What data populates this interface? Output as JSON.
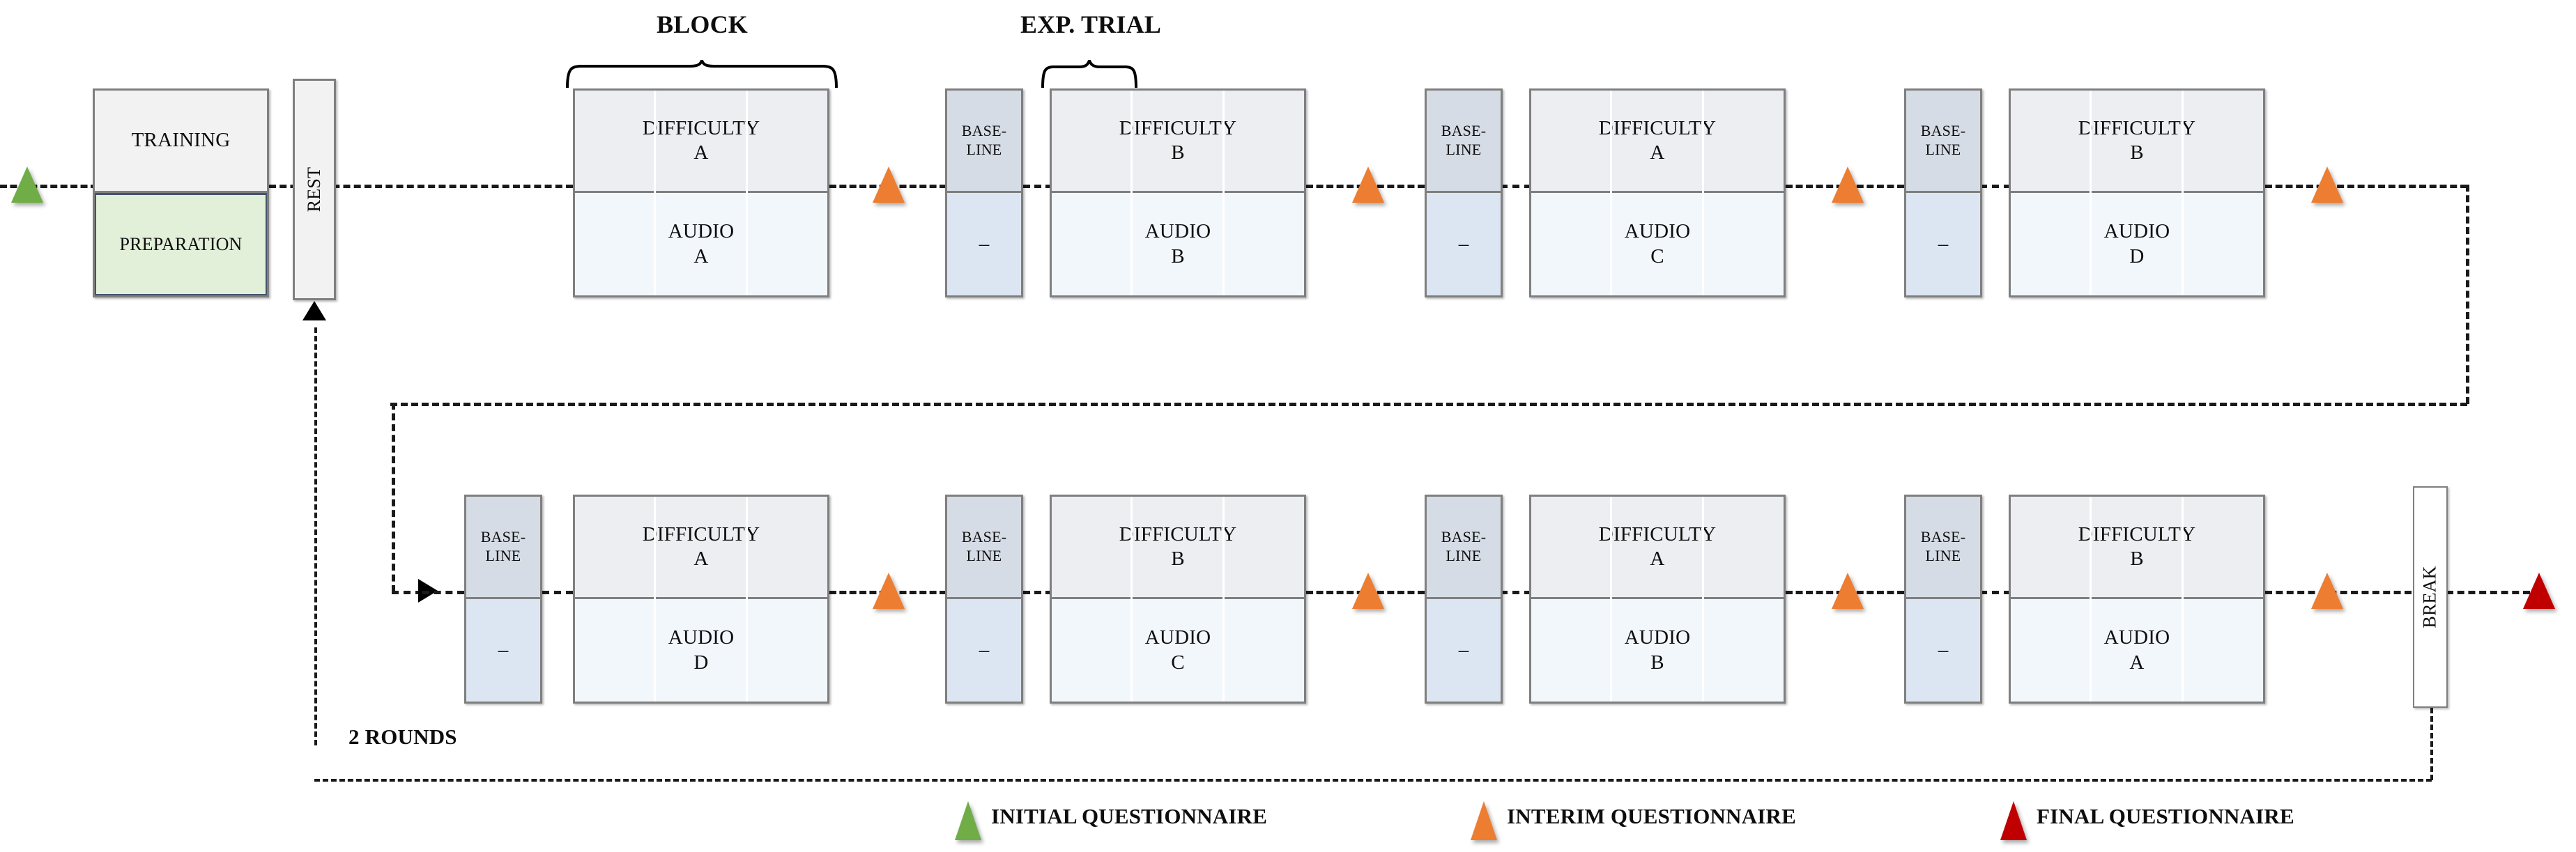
{
  "diagram": {
    "title_braces": [
      {
        "label": "Block"
      },
      {
        "label": "Exp. Trial"
      }
    ],
    "loop_label": "2 Rounds",
    "labels": {
      "training": "Training",
      "preparation": "Preparation",
      "rest": "Rest",
      "break": "Break",
      "baseline": "Base-line",
      "baseline_line1": "Base-",
      "baseline_line2": "line",
      "baseline_value": "–",
      "difficulty": "Difficulty",
      "audio": "Audio"
    },
    "rows": [
      {
        "name": "row-1",
        "items": [
          {
            "type": "training",
            "top": "Training",
            "bottom": "Preparation"
          },
          {
            "type": "rest",
            "label": "Rest"
          },
          {
            "type": "marker",
            "marker": "initial"
          },
          {
            "type": "difficulty",
            "difficulty": "A",
            "audio": "A"
          },
          {
            "type": "marker",
            "marker": "interim"
          },
          {
            "type": "baseline",
            "top": "Base-line",
            "bottom": "–"
          },
          {
            "type": "difficulty",
            "difficulty": "B",
            "audio": "B"
          },
          {
            "type": "marker",
            "marker": "interim"
          },
          {
            "type": "baseline",
            "top": "Base-line",
            "bottom": "–"
          },
          {
            "type": "difficulty",
            "difficulty": "A",
            "audio": "C"
          },
          {
            "type": "marker",
            "marker": "interim"
          },
          {
            "type": "baseline",
            "top": "Base-line",
            "bottom": "–"
          },
          {
            "type": "difficulty",
            "difficulty": "B",
            "audio": "D"
          },
          {
            "type": "marker",
            "marker": "interim"
          }
        ]
      },
      {
        "name": "row-2",
        "items": [
          {
            "type": "baseline",
            "top": "Base-line",
            "bottom": "–"
          },
          {
            "type": "difficulty",
            "difficulty": "A",
            "audio": "D"
          },
          {
            "type": "marker",
            "marker": "interim"
          },
          {
            "type": "baseline",
            "top": "Base-line",
            "bottom": "–"
          },
          {
            "type": "difficulty",
            "difficulty": "B",
            "audio": "C"
          },
          {
            "type": "marker",
            "marker": "interim"
          },
          {
            "type": "baseline",
            "top": "Base-line",
            "bottom": "–"
          },
          {
            "type": "difficulty",
            "difficulty": "A",
            "audio": "B"
          },
          {
            "type": "marker",
            "marker": "interim"
          },
          {
            "type": "baseline",
            "top": "Base-line",
            "bottom": "–"
          },
          {
            "type": "difficulty",
            "difficulty": "B",
            "audio": "A"
          },
          {
            "type": "marker",
            "marker": "interim"
          },
          {
            "type": "break",
            "label": "Break"
          },
          {
            "type": "marker",
            "marker": "final"
          }
        ]
      }
    ]
  },
  "legend": {
    "items": [
      {
        "marker": "initial",
        "color": "#70ad47",
        "label": "Initial Questionnaire"
      },
      {
        "marker": "interim",
        "color": "#ed7d31",
        "label": "Interim Questionnaire"
      },
      {
        "marker": "final",
        "color": "#c00000",
        "label": "Final Questionnaire"
      }
    ]
  },
  "colors": {
    "initial": "#70ad47",
    "interim": "#ed7d31",
    "final": "#c00000",
    "block_border": "#7f7f7f",
    "preparation_fill": "#e2efd9",
    "difficulty_fill": "#eceef2",
    "audio_fill": "#f2f7fc",
    "baseline_top_fill": "#d6dce5",
    "baseline_bottom_fill": "#dce6f2"
  }
}
